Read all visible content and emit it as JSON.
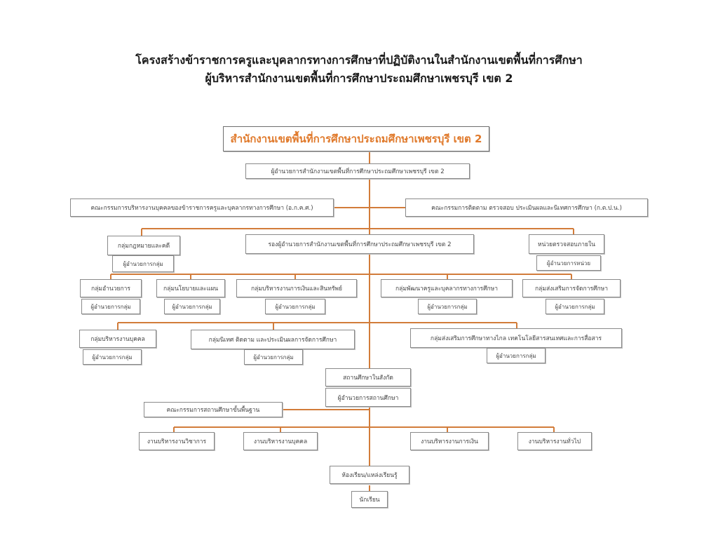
{
  "header": {
    "title_line1": "โครงสร้างข้าราชการครูและบุคลากรทางการศึกษาที่ปฏิบัติงานในสำนักงานเขตพื้นที่การศึกษา",
    "title_line2": "ผู้บริหารสำนักงานเขตพื้นที่การศึกษาประถมศึกษาเพชรบุรี เขต 2"
  },
  "colors": {
    "connector": "#d27c3a",
    "main_text": "#e07a2c",
    "box_border": "#8a8a8a"
  },
  "org": {
    "office": "สำนักงานเขตพื้นที่การศึกษาประถมศึกษาเพชรบุรี เขต 2",
    "director": "ผู้อำนวยการสำนักงานเขตพื้นที่การศึกษาประถมศึกษาเพชรบุรี เขต 2",
    "committee_left": "คณะกรรมการบริหารงานบุคคลของข้าราชการครูและบุคลากรทางการศึกษา (อ.ก.ค.ศ.)",
    "committee_right": "คณะกรรมการติดตาม ตรวจสอบ ประเมินผลและนิเทศการศึกษา (ก.ต.ป.น.)",
    "deputy": "รองผู้อำนวยการสำนักงานเขตพื้นที่การศึกษาประถมศึกษาเพชรบุรี เขต 2",
    "legal_group": "กลุ่มกฎหมายและคดี",
    "group_head": "ผู้อำนวยการกลุ่ม",
    "audit_unit": "หน่วยตรวจสอบภายใน",
    "unit_head": "ผู้อำนวยการหน่วย",
    "groups_row1": [
      "กลุ่มอำนวยการ",
      "กลุ่มนโยบายและแผน",
      "กลุ่มบริหารงานการเงินและสินทรัพย์",
      "กลุ่มพัฒนาครูและบุคลากรทางการศึกษา",
      "กลุ่มส่งเสริมการจัดการศึกษา"
    ],
    "groups_row2": [
      "กลุ่มบริหารงานบุคคล",
      "กลุ่มนิเทศ ติดตาม และประเมินผลการจัดการศึกษา",
      "กลุ่มส่งเสริมการศึกษาทางไกล เทคโนโลยีสารสนเทศและการสื่อสาร"
    ],
    "school": "สถานศึกษาในสังกัด",
    "school_director": "ผู้อำนวยการสถานศึกษา",
    "basic_ed_committee": "คณะกรรมการสถานศึกษาขั้นพื้นฐาน",
    "school_work": [
      "งานบริหารงานวิชาการ",
      "งานบริหารงานบุคคล",
      "งานบริหารงานการเงิน",
      "งานบริหารงานทั่วไป"
    ],
    "classroom": "ห้องเรียน/แหล่งเรียนรู้",
    "students": "นักเรียน"
  }
}
